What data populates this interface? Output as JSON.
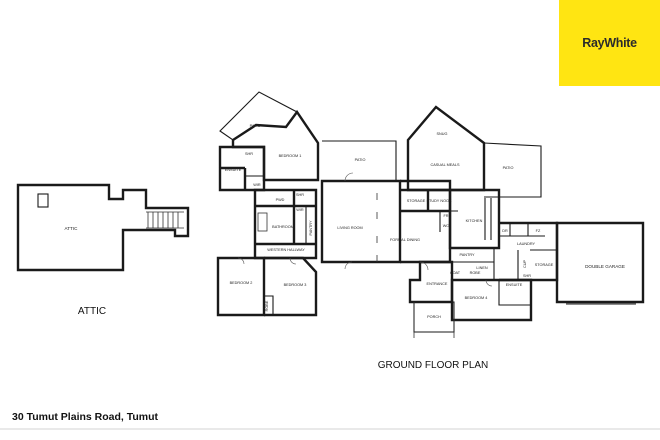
{
  "brand": {
    "logo_text": "RayWhite",
    "color": "#ffe512"
  },
  "footer": {
    "address": "30 Tumut Plains Road, Tumut"
  },
  "attic": {
    "title": "ATTIC",
    "label": "ATTIC"
  },
  "ground_floor": {
    "title": "GROUND FLOOR PLAN",
    "rooms": {
      "patio_nw": "PATIO",
      "bedroom1": "BEDROOM 1",
      "shr1": "SHR",
      "ensuite1": "ENSUITE",
      "wir1": "WIR",
      "pwd": "PWD",
      "shr2": "SHR",
      "wir2": "WIR",
      "bathroom": "BATHROOM",
      "pantry_w": "PANTRY",
      "western_hallway": "WESTERN HALLWAY",
      "bedroom2": "BEDROOM 2",
      "robe": "ROBE",
      "bedroom3": "BEDROOM 3",
      "patio_mid": "PATIO",
      "living_room": "LIVING ROOM",
      "formal_dining": "FORMAL DINING",
      "storage_mid": "STORAGE",
      "study_nook": "STUDY NOOK",
      "fr": "FR",
      "wo": "WO",
      "snug": "SNUG",
      "casual_meals": "CASUAL MEALS",
      "patio_ne": "PATIO",
      "kitchen": "KITCHEN",
      "pantry_e": "PANTRY",
      "linen": "LINEN",
      "entrance": "ENTRANCE",
      "coat": "COAT",
      "robe_bed4": "ROBE",
      "bedroom4": "BEDROOM 4",
      "ensuite4": "ENSUITE",
      "porch": "PORCH",
      "dr": "DR",
      "fz": "FZ",
      "laundry": "LAUNDRY",
      "cup": "CUP",
      "storage_e": "STORAGE",
      "shr4": "SHR",
      "double_garage": "DOUBLE GARAGE"
    }
  }
}
